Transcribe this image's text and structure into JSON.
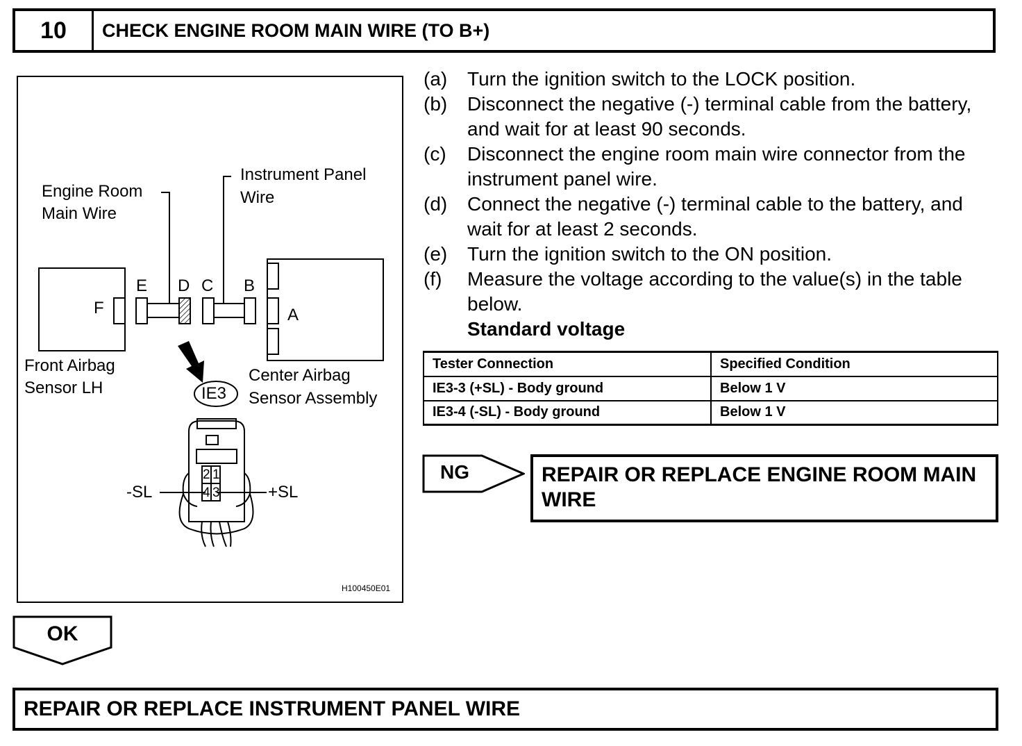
{
  "step": {
    "number": "10",
    "title": "CHECK ENGINE ROOM MAIN WIRE (TO B+)"
  },
  "figure": {
    "labels": {
      "engine_room_main_wire_1": "Engine Room",
      "engine_room_main_wire_2": "Main Wire",
      "instrument_panel_wire_1": "Instrument Panel",
      "instrument_panel_wire_2": "Wire",
      "front_airbag_sensor_1": "Front Airbag",
      "front_airbag_sensor_2": "Sensor LH",
      "center_airbag_sensor_1": "Center Airbag",
      "center_airbag_sensor_2": "Sensor Assembly",
      "connector_id": "IE3",
      "minus_sl": "-SL",
      "plus_sl": "+SL",
      "figure_id": "H100450E01"
    },
    "connector_letters": [
      "A",
      "B",
      "C",
      "D",
      "E",
      "F"
    ],
    "pins": [
      "2",
      "1",
      "4",
      "3"
    ]
  },
  "procedure": [
    {
      "marker": "(a)",
      "text": "Turn the ignition switch to the LOCK position."
    },
    {
      "marker": "(b)",
      "text": "Disconnect the negative (-) terminal cable from the battery, and wait for at least 90 seconds."
    },
    {
      "marker": "(c)",
      "text": "Disconnect the engine room main wire connector from the instrument panel wire."
    },
    {
      "marker": "(d)",
      "text": "Connect the negative (-) terminal cable to the battery, and wait for at least 2 seconds."
    },
    {
      "marker": "(e)",
      "text": "Turn the ignition switch to the ON position."
    },
    {
      "marker": "(f)",
      "text": "Measure the voltage according to the value(s) in the table below."
    }
  ],
  "standard_heading": "Standard voltage",
  "table": {
    "headers": [
      "Tester Connection",
      "Specified Condition"
    ],
    "rows": [
      [
        "IE3-3 (+SL) - Body ground",
        "Below 1 V"
      ],
      [
        "IE3-4 (-SL) - Body ground",
        "Below 1 V"
      ]
    ]
  },
  "ng": {
    "label": "NG",
    "result": "REPAIR OR REPLACE ENGINE ROOM MAIN WIRE"
  },
  "ok": {
    "label": "OK",
    "result": "REPAIR OR REPLACE INSTRUMENT PANEL WIRE"
  }
}
